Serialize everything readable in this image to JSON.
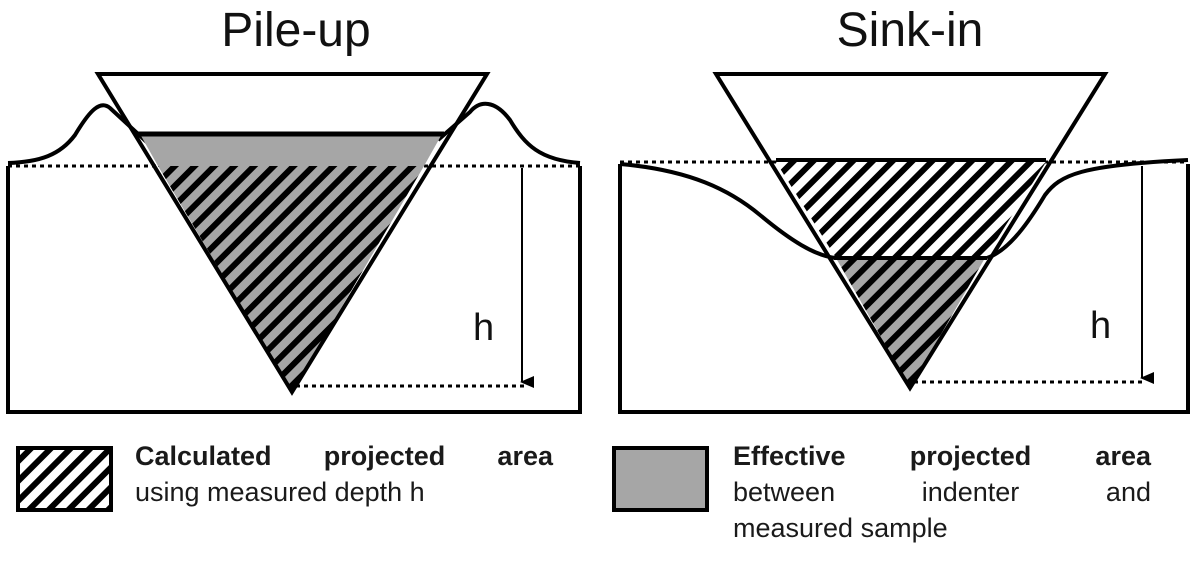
{
  "panels": {
    "pile_up": {
      "title": "Pile-up",
      "depth_label": "h"
    },
    "sink_in": {
      "title": "Sink-in",
      "depth_label": "h"
    }
  },
  "legend": {
    "calculated": {
      "line1": "Calculated projected area",
      "line2": "using measured depth h"
    },
    "effective": {
      "line1": "Effective projected area",
      "line2": "between indenter and",
      "line3": "measured sample"
    }
  },
  "colors": {
    "stroke": "#000000",
    "gray_fill": "#a6a6a6",
    "white_fill": "#ffffff"
  }
}
